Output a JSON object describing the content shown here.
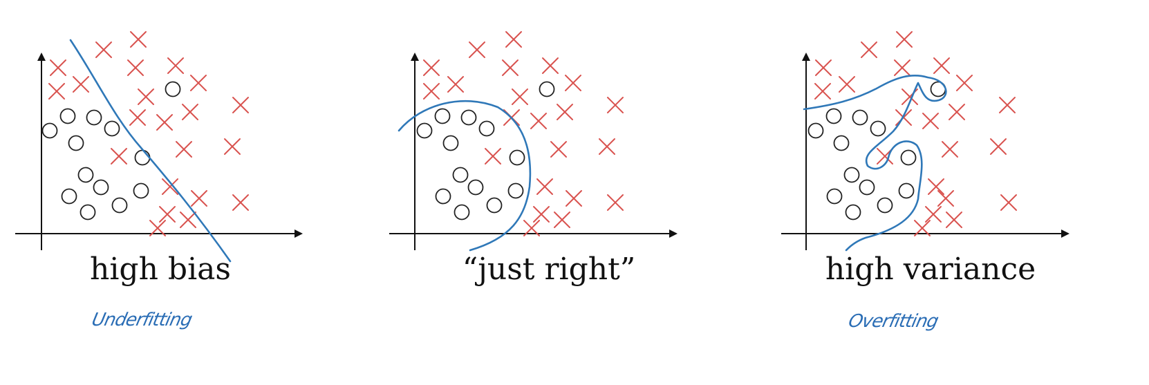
{
  "colors": {
    "cross": "#d9534f",
    "circle": "#222222",
    "boundary": "#2f78b8",
    "axis": "#111111",
    "handwriting": "#2a6db5"
  },
  "panels": [
    {
      "caption": "high bias",
      "note": "Underfitting",
      "crosses": [
        [
          150,
          72
        ],
        [
          200,
          57
        ],
        [
          84,
          98
        ],
        [
          196,
          98
        ],
        [
          254,
          95
        ],
        [
          82,
          132
        ],
        [
          117,
          122
        ],
        [
          211,
          140
        ],
        [
          287,
          120
        ],
        [
          348,
          152
        ],
        [
          199,
          170
        ],
        [
          238,
          177
        ],
        [
          275,
          162
        ],
        [
          172,
          226
        ],
        [
          266,
          216
        ],
        [
          336,
          212
        ],
        [
          246,
          270
        ],
        [
          288,
          287
        ],
        [
          348,
          293
        ],
        [
          242,
          310
        ],
        [
          272,
          318
        ],
        [
          228,
          330
        ]
      ],
      "circles": [
        [
          250,
          129
        ],
        [
          98,
          168
        ],
        [
          136,
          170
        ],
        [
          162,
          186
        ],
        [
          72,
          189
        ],
        [
          110,
          207
        ],
        [
          206,
          228
        ],
        [
          124,
          253
        ],
        [
          146,
          271
        ],
        [
          204,
          276
        ],
        [
          100,
          284
        ],
        [
          173,
          297
        ],
        [
          127,
          307
        ]
      ]
    },
    {
      "caption": "“just right”",
      "note": "",
      "crosses": [
        [
          690,
          72
        ],
        [
          743,
          57
        ],
        [
          624,
          98
        ],
        [
          738,
          98
        ],
        [
          796,
          95
        ],
        [
          624,
          132
        ],
        [
          659,
          122
        ],
        [
          752,
          140
        ],
        [
          829,
          120
        ],
        [
          890,
          152
        ],
        [
          740,
          170
        ],
        [
          779,
          175
        ],
        [
          817,
          162
        ],
        [
          713,
          226
        ],
        [
          808,
          216
        ],
        [
          878,
          212
        ],
        [
          788,
          270
        ],
        [
          830,
          287
        ],
        [
          890,
          293
        ],
        [
          783,
          310
        ],
        [
          813,
          318
        ],
        [
          769,
          330
        ]
      ],
      "circles": [
        [
          791,
          129
        ],
        [
          640,
          168
        ],
        [
          678,
          170
        ],
        [
          704,
          186
        ],
        [
          614,
          189
        ],
        [
          652,
          207
        ],
        [
          748,
          228
        ],
        [
          666,
          253
        ],
        [
          688,
          271
        ],
        [
          746,
          276
        ],
        [
          641,
          284
        ],
        [
          715,
          297
        ],
        [
          668,
          307
        ]
      ]
    },
    {
      "caption": "high variance",
      "note": "Overfitting",
      "crosses": [
        [
          1257,
          72
        ],
        [
          1308,
          57
        ],
        [
          1191,
          98
        ],
        [
          1305,
          98
        ],
        [
          1362,
          95
        ],
        [
          1190,
          132
        ],
        [
          1225,
          122
        ],
        [
          1316,
          140
        ],
        [
          1395,
          120
        ],
        [
          1457,
          152
        ],
        [
          1307,
          170
        ],
        [
          1346,
          175
        ],
        [
          1384,
          162
        ],
        [
          1280,
          226
        ],
        [
          1374,
          216
        ],
        [
          1444,
          212
        ],
        [
          1354,
          270
        ],
        [
          1368,
          287
        ],
        [
          1459,
          293
        ],
        [
          1350,
          310
        ],
        [
          1380,
          318
        ],
        [
          1334,
          330
        ]
      ],
      "circles": [
        [
          1357,
          129
        ],
        [
          1206,
          168
        ],
        [
          1244,
          170
        ],
        [
          1270,
          186
        ],
        [
          1180,
          189
        ],
        [
          1217,
          207
        ],
        [
          1314,
          228
        ],
        [
          1232,
          253
        ],
        [
          1254,
          271
        ],
        [
          1311,
          276
        ],
        [
          1207,
          284
        ],
        [
          1280,
          297
        ],
        [
          1234,
          307
        ]
      ]
    }
  ]
}
